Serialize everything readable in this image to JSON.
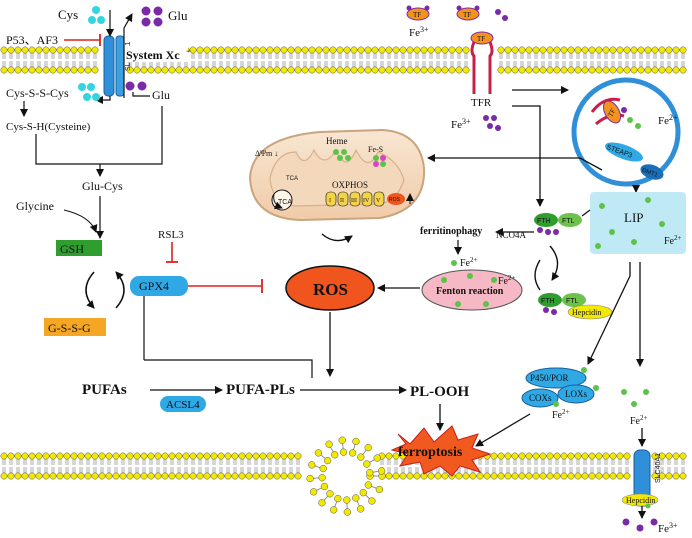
{
  "labels": {
    "cys": "Cys",
    "glu_top": "Glu",
    "p53": "P53、AF3",
    "system_xc": "System Xc",
    "slc7a11": "SLC7A11",
    "cys_s_s_cys": "Cys-S-S-Cys",
    "glu_mid": "Glu",
    "cys_sh": "Cys-S-H(Cysteine)",
    "glu_cys": "Glu-Cys",
    "glycine": "Glycine",
    "gsh": "GSH",
    "gssg": "G-S-S-G",
    "rsl3": "RSL3",
    "gpx4": "GPX4",
    "tf1": "TF",
    "tf2": "TF",
    "tf3": "TF",
    "fe3_top_base": "Fe",
    "fe3_top_sup": "3+",
    "tfr": "TFR",
    "fe3_mid_base": "Fe",
    "fe3_mid_sup": "3+",
    "steap3": "STEAP3",
    "dmt1": "DMT1",
    "tf_endo": "TF",
    "fe2_endo_base": "Fe",
    "fe2_endo_sup": "2+",
    "heme": "Heme",
    "fes": "Fe-S",
    "dpsi": "ΔΨm",
    "oxphos": "OXPHOS",
    "cx1": "I",
    "cx2": "II",
    "cx3": "III",
    "cx4": "IV",
    "cx5": "V",
    "tca": "TCA",
    "ros_small": "ROS",
    "ncoa4": "NCO4A",
    "fth_top": "FTH",
    "ftl_top": "FTL",
    "ferritinophagy": "ferritinophagy",
    "fe2_ferr_base": "Fe",
    "fe2_ferr_sup": "2+",
    "lip": "LIP",
    "fe2_lip_base": "Fe",
    "fe2_lip_sup": "2+",
    "fenton": "Fenton reaction",
    "fe2_fenton_base": "Fe",
    "fe2_fenton_sup": "2+",
    "ros": "ROS",
    "fth_bot": "FTH",
    "ftl_bot": "FTL",
    "hepcidin_mid": "Hepcidin",
    "pufas": "PUFAs",
    "acsl4": "ACSL4",
    "pufa_pls": "PUFA-PLs",
    "pl_ooh": "PL-OOH",
    "p450": "P450/POR",
    "loxs": "LOXs",
    "coxs": "COXs",
    "fe2_enz_base": "Fe",
    "fe2_enz_sup": "2+",
    "fe2_free_base": "Fe",
    "fe2_free_sup": "2+",
    "ferroptosis": "ferroptosis",
    "slc40a1": "SLC40A1",
    "hepcidin_bot": "Hepcidin",
    "fe3_bot_base": "Fe",
    "fe3_bot_sup": "3+"
  },
  "colors": {
    "cyan": "#33d6e0",
    "purple": "#7a2aa8",
    "green_dot": "#5cc24a",
    "gsh_fill": "#2f9e2f",
    "gssg_fill": "#f5a623",
    "gpx4_fill": "#2fa8e6",
    "ros_fill": "#f0551e",
    "lip_fill": "#bfeaf5",
    "fenton_fill": "#f5b8c4",
    "membrane_head": "#f2e800",
    "mito_fill": "#f6ddc4",
    "tf_fill": "#f5921e",
    "inhibit_red": "#e0201b",
    "ferroptosis_fill": "#f05a1e"
  }
}
